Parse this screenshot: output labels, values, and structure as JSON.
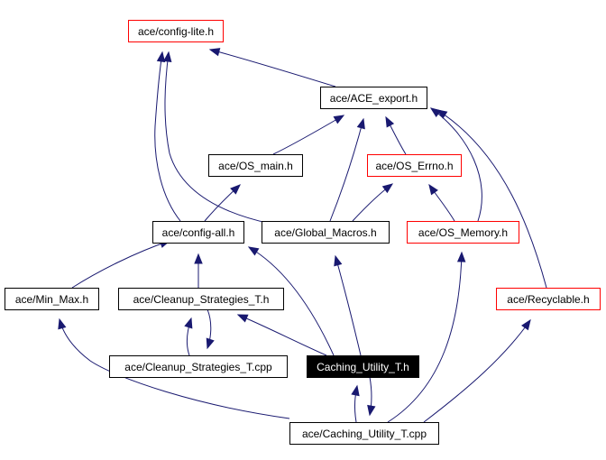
{
  "colors": {
    "edge": "#191970",
    "node_border_default": "#000000",
    "node_border_external": "#ff0000",
    "node_fill_default": "#ffffff",
    "node_fill_current": "#000000",
    "text_default": "#000000",
    "text_current": "#ffffff"
  },
  "nodes": [
    {
      "id": "config_lite",
      "label": "ace/config-lite.h",
      "style": "external"
    },
    {
      "id": "ace_export",
      "label": "ace/ACE_export.h",
      "style": "default"
    },
    {
      "id": "os_main",
      "label": "ace/OS_main.h",
      "style": "default"
    },
    {
      "id": "os_errno",
      "label": "ace/OS_Errno.h",
      "style": "external"
    },
    {
      "id": "config_all",
      "label": "ace/config-all.h",
      "style": "default"
    },
    {
      "id": "global_macros",
      "label": "ace/Global_Macros.h",
      "style": "default"
    },
    {
      "id": "os_memory",
      "label": "ace/OS_Memory.h",
      "style": "external"
    },
    {
      "id": "min_max",
      "label": "ace/Min_Max.h",
      "style": "default"
    },
    {
      "id": "cleanup_h",
      "label": "ace/Cleanup_Strategies_T.h",
      "style": "default"
    },
    {
      "id": "recyclable",
      "label": "ace/Recyclable.h",
      "style": "external"
    },
    {
      "id": "cleanup_cpp",
      "label": "ace/Cleanup_Strategies_T.cpp",
      "style": "default"
    },
    {
      "id": "caching_h",
      "label": "Caching_Utility_T.h",
      "style": "current"
    },
    {
      "id": "caching_cpp",
      "label": "ace/Caching_Utility_T.cpp",
      "style": "default"
    }
  ],
  "edges": [
    {
      "from": "ace_export",
      "to": "config_lite"
    },
    {
      "from": "os_main",
      "to": "ace_export"
    },
    {
      "from": "os_errno",
      "to": "ace_export"
    },
    {
      "from": "global_macros",
      "to": "ace_export"
    },
    {
      "from": "os_memory",
      "to": "ace_export"
    },
    {
      "from": "recyclable",
      "to": "ace_export"
    },
    {
      "from": "global_macros",
      "to": "config_lite"
    },
    {
      "from": "config_all",
      "to": "config_lite"
    },
    {
      "from": "config_all",
      "to": "os_main"
    },
    {
      "from": "global_macros",
      "to": "os_errno"
    },
    {
      "from": "os_memory",
      "to": "os_errno"
    },
    {
      "from": "min_max",
      "to": "config_all"
    },
    {
      "from": "cleanup_h",
      "to": "config_all"
    },
    {
      "from": "caching_h",
      "to": "config_all"
    },
    {
      "from": "caching_h",
      "to": "global_macros"
    },
    {
      "from": "caching_h",
      "to": "cleanup_h"
    },
    {
      "from": "cleanup_cpp",
      "to": "cleanup_h"
    },
    {
      "from": "cleanup_h",
      "to": "cleanup_cpp"
    },
    {
      "from": "caching_cpp",
      "to": "caching_h"
    },
    {
      "from": "caching_h",
      "to": "caching_cpp"
    },
    {
      "from": "caching_cpp",
      "to": "min_max"
    },
    {
      "from": "caching_cpp",
      "to": "os_memory"
    },
    {
      "from": "caching_cpp",
      "to": "recyclable"
    }
  ]
}
